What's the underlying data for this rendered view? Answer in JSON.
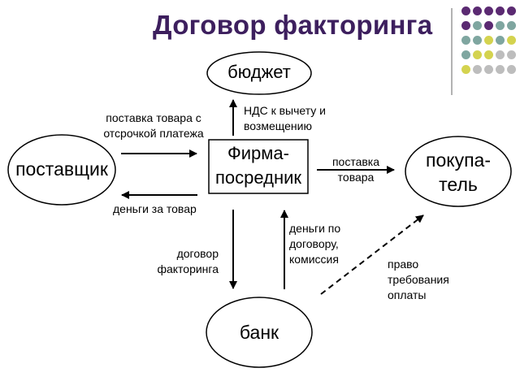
{
  "title": "Договор факторинга",
  "colors": {
    "title": "#3d1f5e",
    "dot_purple": "#5b2a72",
    "dot_teal": "#7fa6a0",
    "dot_yellow": "#d4d34f",
    "dot_gray": "#bdbdbd"
  },
  "nodes": {
    "budget": "бюджет",
    "supplier": "поставщик",
    "firm_line1": "Фирма-",
    "firm_line2": "посредник",
    "buyer_line1": "покупа-",
    "buyer_line2": "тель",
    "bank": "банк"
  },
  "labels": {
    "deferred_line1": "поставка товара с",
    "deferred_line2": "отсрочкой платежа",
    "money_for_goods": "деньги за товар",
    "vat_line1": "НДС к вычету и",
    "vat_line2": "возмещению",
    "delivery_line1": "поставка",
    "delivery_line2": "товара",
    "contract_line1": "договор",
    "contract_line2": "факторинга",
    "money_contract_line1": "деньги по",
    "money_contract_line2": "договору,",
    "money_contract_line3": "комиссия",
    "right_claim_line1": "право",
    "right_claim_line2": "требования",
    "right_claim_line3": "оплаты"
  }
}
